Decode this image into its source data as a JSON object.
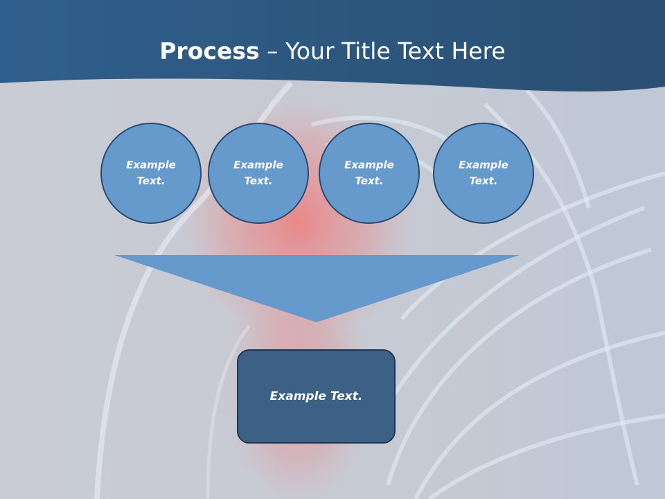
{
  "slide": {
    "title_bold": "Process",
    "title_rest": " – Your Title Text Here",
    "circles": [
      {
        "label": "Example Text."
      },
      {
        "label": "Example Text."
      },
      {
        "label": "Example Text."
      },
      {
        "label": "Example Text."
      }
    ],
    "result_label": "Example Text."
  },
  "colors": {
    "header": "#2e5a82",
    "circle_fill": "#6699cc",
    "circle_border": "#2a4a70",
    "funnel_fill": "#6699cc",
    "result_fill": "#3c6185",
    "background": "#c5cad4"
  }
}
